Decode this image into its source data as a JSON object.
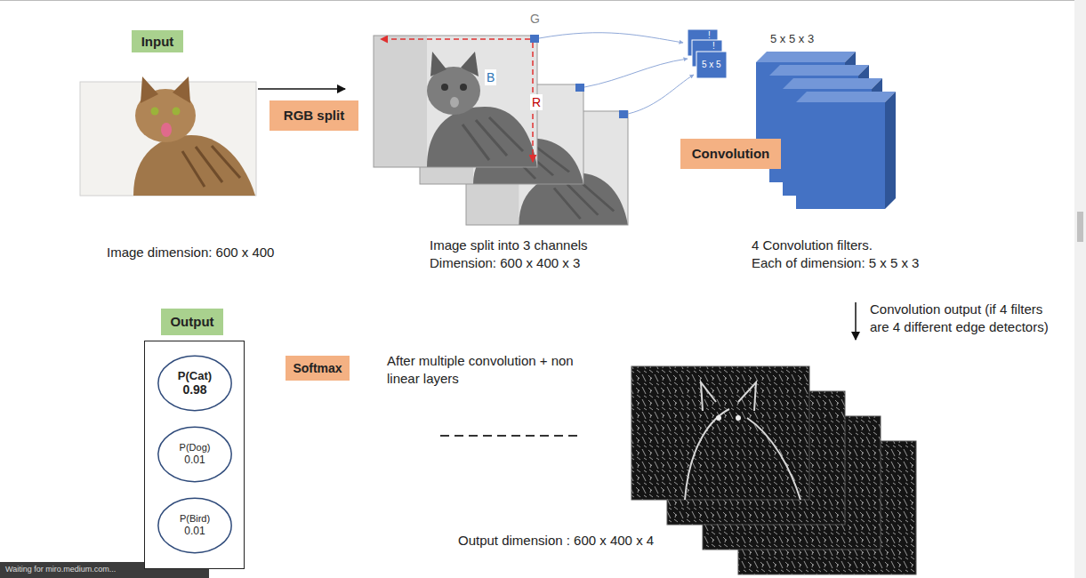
{
  "diagram": {
    "nodes": [
      {
        "text": [
          "Input"
        ]
      },
      {
        "text": [
          "RGB split"
        ]
      },
      {
        "text": [
          "Convolution"
        ]
      },
      {
        "text": [
          "Output"
        ]
      },
      {
        "text": [
          "P(Cat)",
          "0.98"
        ],
        "in": 3
      },
      {
        "text": [
          "P(Dog)",
          "0.01"
        ],
        "in": 3
      },
      {
        "text": [
          "P(Bird)",
          "0.01"
        ],
        "in": 3
      },
      {
        "text": [
          "Softmax"
        ]
      }
    ],
    "labels": [
      "Image dimension: 600 x 400",
      "G",
      "B",
      "R",
      "5 x 5",
      "!",
      "!",
      "5 x 5 x 3",
      "Image split into 3 channels",
      "Dimension: 600 x 400 x 3",
      "4 Convolution filters.",
      "Each of dimension: 5 x 5 x 3",
      "Convolution output (if 4 filters are 4 different edge detectors)",
      "After multiple convolution + non linear layers",
      "Output dimension : 600 x 400 x 4",
      "Waiting for miro.medium.com..."
    ]
  }
}
